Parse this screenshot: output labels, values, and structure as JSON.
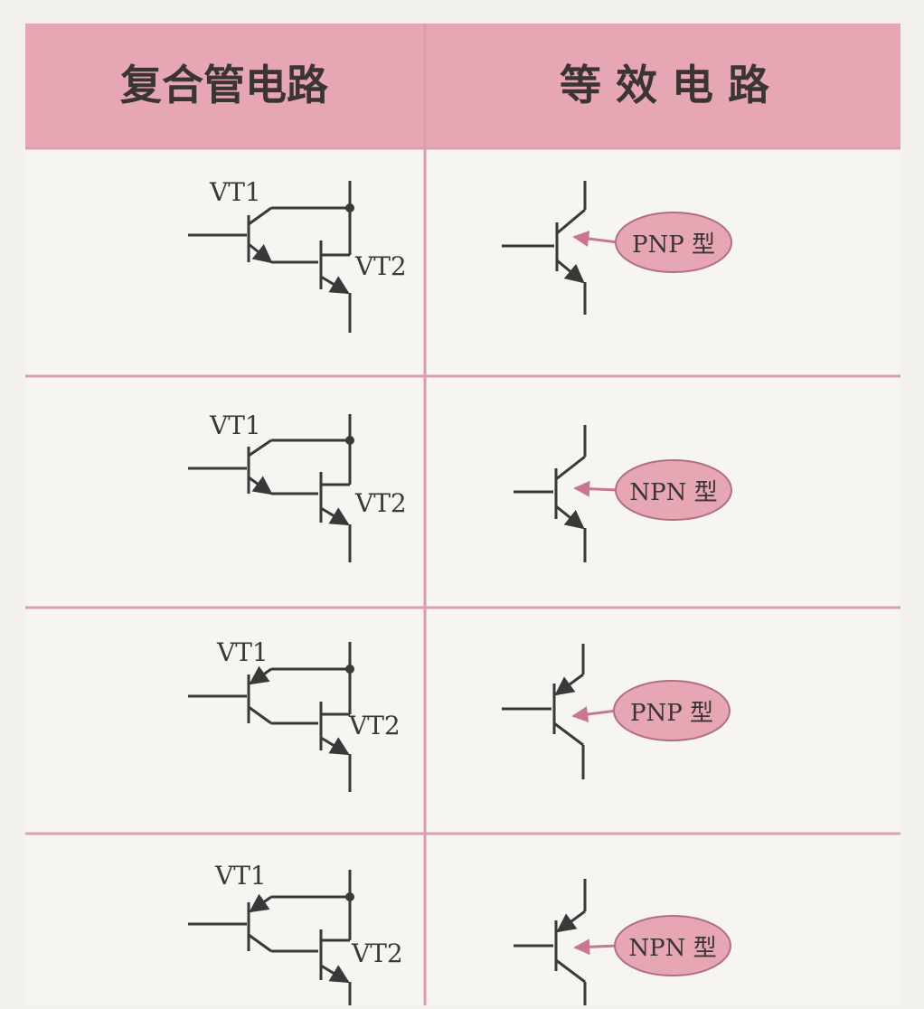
{
  "header": {
    "left_title": "复合管电路",
    "right_title": "等 效 电 路"
  },
  "colors": {
    "header_bg": "#e7a6b4",
    "grid_line": "#d9a0ac",
    "badge_fill": "#e7a6b4",
    "badge_stroke": "#b06f82",
    "arrow": "#c9788c",
    "line": "#3a3838",
    "page_bg": "#f2f1ee"
  },
  "rows": [
    {
      "vt1": "VT1",
      "vt2": "VT2",
      "badge": "PNP 型"
    },
    {
      "vt1": "VT1",
      "vt2": "VT2",
      "badge": "NPN 型"
    },
    {
      "vt1": "VT1",
      "vt2": "VT2",
      "badge": "PNP 型"
    },
    {
      "vt1": "VT1",
      "vt2": "VT2",
      "badge": "NPN 型"
    }
  ]
}
